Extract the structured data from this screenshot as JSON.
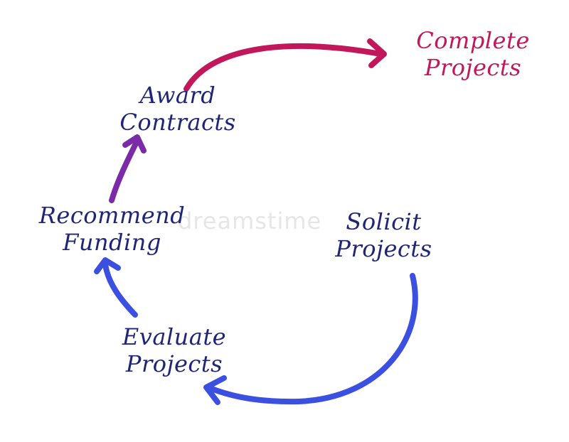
{
  "diagram": {
    "nodes": [
      {
        "id": "award",
        "lines": [
          "Award",
          "Contracts"
        ],
        "color": "#1e2577"
      },
      {
        "id": "recommend",
        "lines": [
          "Recommend",
          "Funding"
        ],
        "color": "#1e2577"
      },
      {
        "id": "evaluate",
        "lines": [
          "Evaluate",
          "Projects"
        ],
        "color": "#1e2577"
      },
      {
        "id": "solicit",
        "lines": [
          "Solicit",
          "Projects"
        ],
        "color": "#1e2577"
      },
      {
        "id": "complete",
        "lines": [
          "Complete",
          "Projects"
        ],
        "color": "#c2185b"
      }
    ],
    "edges": [
      {
        "from": "solicit",
        "to": "evaluate",
        "color": "#3b4fe0"
      },
      {
        "from": "evaluate",
        "to": "recommend",
        "color": "#3b4fe0"
      },
      {
        "from": "recommend",
        "to": "award",
        "color": "#7b2aa8"
      },
      {
        "from": "award",
        "to": "complete",
        "color": "#c2185b"
      }
    ]
  },
  "watermark": "dreamstime"
}
